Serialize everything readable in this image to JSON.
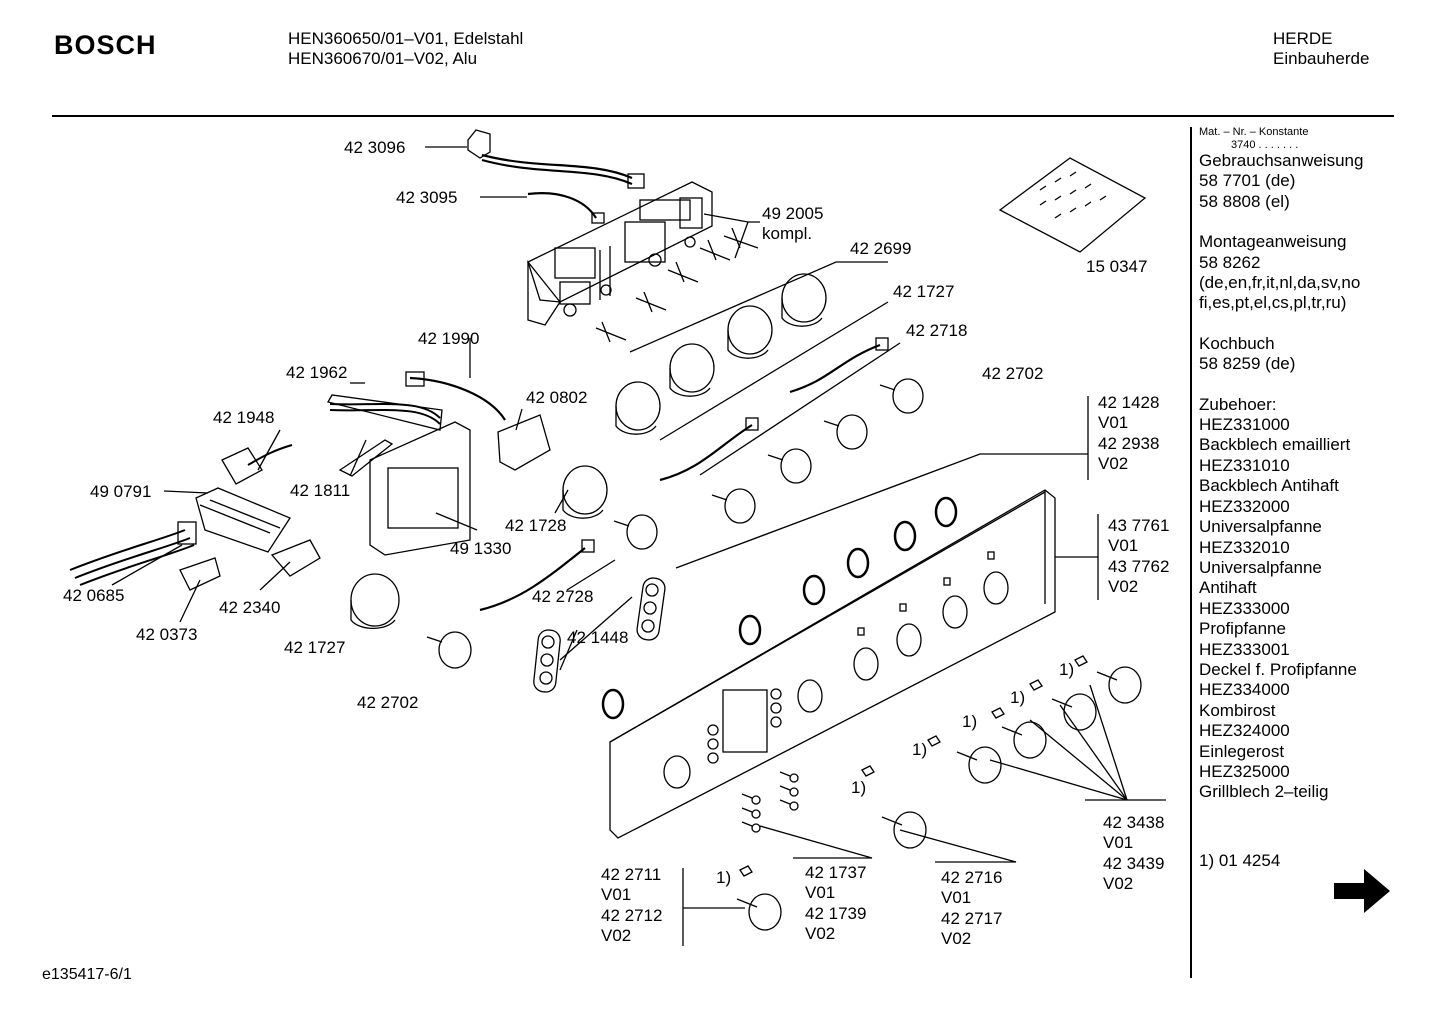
{
  "header": {
    "brand": "BOSCH",
    "model_line_1": "HEN360650/01–V01, Edelstahl",
    "model_line_2": "HEN360670/01–V02, Alu",
    "category_1": "HERDE",
    "category_2": "Einbauherde"
  },
  "sidebar": {
    "mat_label": "Mat. – Nr. – Konstante",
    "mat_value": "3740 . . . . . . .",
    "blocks": [
      [
        "Gebrauchsanweisung",
        "58 7701 (de)",
        "58 8808 (el)"
      ],
      [
        "Montageanweisung",
        "58 8262",
        "(de,en,fr,it,nl,da,sv,no",
        "fi,es,pt,el,cs,pl,tr,ru)"
      ],
      [
        "Kochbuch",
        "58 8259 (de)"
      ],
      [
        "Zubehoer:",
        "HEZ331000",
        "Backblech emailliert",
        "HEZ331010",
        "Backblech Antihaft",
        "HEZ332000",
        "Universalpfanne",
        "HEZ332010",
        "Universalpfanne",
        "Antihaft",
        "HEZ333000",
        "Profipfanne",
        "HEZ333001",
        "Deckel f. Profipfanne",
        "HEZ334000",
        "Kombirost",
        "HEZ324000",
        "Einlegerost",
        "HEZ325000",
        "Grillblech 2–teilig"
      ]
    ],
    "footnote": "1) 01 4254",
    "next_icon": "arrow-right-icon"
  },
  "doc_id": "e135417-6/1",
  "parts": [
    {
      "id": "p-423096",
      "lines": [
        "42 3096"
      ]
    },
    {
      "id": "p-423095",
      "lines": [
        "42 3095"
      ]
    },
    {
      "id": "p-492005",
      "lines": [
        "49 2005",
        "kompl."
      ]
    },
    {
      "id": "p-422699",
      "lines": [
        "42 2699"
      ]
    },
    {
      "id": "p-150347",
      "lines": [
        "15 0347"
      ]
    },
    {
      "id": "p-421727a",
      "lines": [
        "42 1727"
      ]
    },
    {
      "id": "p-422718",
      "lines": [
        "42 2718"
      ]
    },
    {
      "id": "p-421990",
      "lines": [
        "42 1990"
      ]
    },
    {
      "id": "p-421962",
      "lines": [
        "42 1962"
      ]
    },
    {
      "id": "p-422702a",
      "lines": [
        "42 2702"
      ]
    },
    {
      "id": "p-421948",
      "lines": [
        "42 1948"
      ]
    },
    {
      "id": "p-420802",
      "lines": [
        "42 0802"
      ]
    },
    {
      "id": "p-421428",
      "lines": [
        "42 1428",
        "V01",
        "42 2938",
        "V02"
      ]
    },
    {
      "id": "p-421811",
      "lines": [
        "42 1811"
      ]
    },
    {
      "id": "p-490791",
      "lines": [
        "49 0791"
      ]
    },
    {
      "id": "p-421728",
      "lines": [
        "42 1728"
      ]
    },
    {
      "id": "p-437761",
      "lines": [
        "43 7761",
        "V01",
        "43 7762",
        "V02"
      ]
    },
    {
      "id": "p-491330",
      "lines": [
        "49 1330"
      ]
    },
    {
      "id": "p-420685",
      "lines": [
        "42 0685"
      ]
    },
    {
      "id": "p-422728",
      "lines": [
        "42 2728"
      ]
    },
    {
      "id": "p-422340",
      "lines": [
        "42 2340"
      ]
    },
    {
      "id": "p-421448",
      "lines": [
        "42 1448"
      ]
    },
    {
      "id": "p-420373",
      "lines": [
        "42 0373"
      ]
    },
    {
      "id": "p-421727b",
      "lines": [
        "42 1727"
      ]
    },
    {
      "id": "p-422702b",
      "lines": [
        "42 2702"
      ]
    },
    {
      "id": "p-fn1",
      "lines": [
        "1)"
      ]
    },
    {
      "id": "p-fn2",
      "lines": [
        "1)"
      ]
    },
    {
      "id": "p-fn3",
      "lines": [
        "1)"
      ]
    },
    {
      "id": "p-fn4",
      "lines": [
        "1)"
      ]
    },
    {
      "id": "p-fn5",
      "lines": [
        "1)"
      ]
    },
    {
      "id": "p-fn6",
      "lines": [
        "1)"
      ]
    },
    {
      "id": "p-423438",
      "lines": [
        "42 3438",
        "V01",
        "42 3439",
        "V02"
      ]
    },
    {
      "id": "p-422711",
      "lines": [
        "42 2711",
        "V01",
        "42 2712",
        "V02"
      ]
    },
    {
      "id": "p-421737",
      "lines": [
        "42 1737",
        "V01",
        "42 1739",
        "V02"
      ]
    },
    {
      "id": "p-422716",
      "lines": [
        "42 2716",
        "V01",
        "42 2717",
        "V02"
      ]
    }
  ]
}
